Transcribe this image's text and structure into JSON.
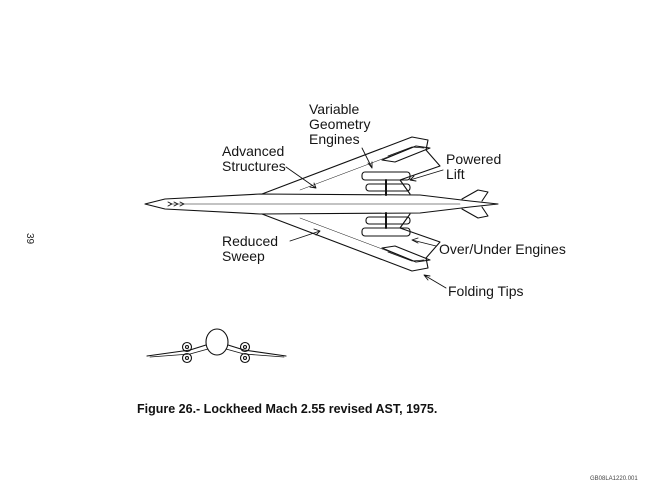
{
  "figure": {
    "caption": "Figure 26.- Lockheed Mach 2.55 revised AST, 1975.",
    "page_number": "39",
    "footer_stamp": "GB08LA1220.001"
  },
  "annotations": {
    "variable_geometry_engines": "Variable\nGeometry\nEngines",
    "advanced_structures": "Advanced\nStructures",
    "powered_lift": "Powered\nLift",
    "reduced_sweep": "Reduced\nSweep",
    "over_under_engines": "Over/Under Engines",
    "folding_tips": "Folding Tips"
  },
  "icons": {
    "planform": "aircraft-top-view-icon",
    "front_view": "aircraft-front-view-icon"
  }
}
